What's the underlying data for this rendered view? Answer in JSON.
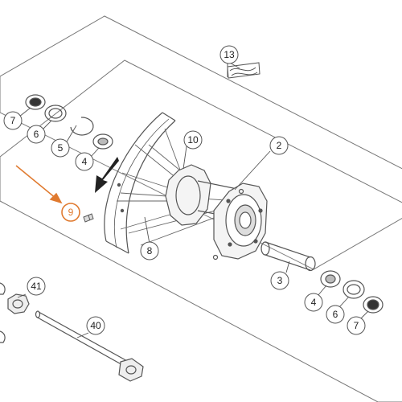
{
  "callouts": [
    {
      "id": "c13",
      "label": "13"
    },
    {
      "id": "c7a",
      "label": "7"
    },
    {
      "id": "c6a",
      "label": "6"
    },
    {
      "id": "c5",
      "label": "5"
    },
    {
      "id": "c4a",
      "label": "4"
    },
    {
      "id": "c10",
      "label": "10"
    },
    {
      "id": "c2",
      "label": "2"
    },
    {
      "id": "c9",
      "label": "9",
      "highlighted": true
    },
    {
      "id": "c8",
      "label": "8"
    },
    {
      "id": "c3",
      "label": "3"
    },
    {
      "id": "c41",
      "label": "41"
    },
    {
      "id": "c4b",
      "label": "4"
    },
    {
      "id": "c6b",
      "label": "6"
    },
    {
      "id": "c7b",
      "label": "7"
    },
    {
      "id": "c40",
      "label": "40"
    }
  ],
  "colors": {
    "line": "#555555",
    "highlight": "#e07a2f",
    "arrow": "#222222",
    "background": "#ffffff"
  }
}
